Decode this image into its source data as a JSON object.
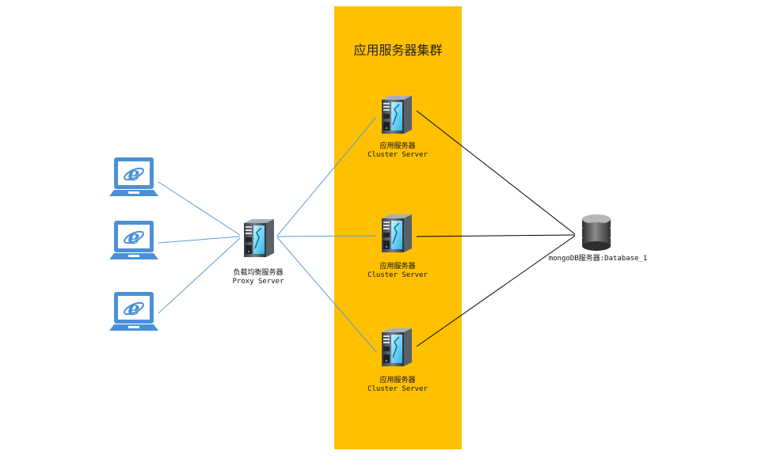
{
  "cluster": {
    "title": "应用服务器集群"
  },
  "clients": [
    {
      "icon": "ie-laptop-icon"
    },
    {
      "icon": "ie-laptop-icon"
    },
    {
      "icon": "ie-laptop-icon"
    }
  ],
  "proxy": {
    "label_cn": "负载均衡服务器",
    "label_en": "Proxy Server",
    "icon": "server-tower-icon"
  },
  "cluster_servers": [
    {
      "label_cn": "应用服务器",
      "label_en": "Cluster Server",
      "icon": "server-tower-icon"
    },
    {
      "label_cn": "应用服务器",
      "label_en": "Cluster Server",
      "icon": "server-tower-icon"
    },
    {
      "label_cn": "应用服务器",
      "label_en": "Cluster Server",
      "icon": "server-tower-icon"
    }
  ],
  "database": {
    "label": "mongoDB服务器:Database_1",
    "icon": "database-cylinder-icon"
  },
  "colors": {
    "cluster_zone": "#ffc000",
    "client_links": "#5b9bd5",
    "db_links": "#000000",
    "laptop": "#4a90d9"
  }
}
